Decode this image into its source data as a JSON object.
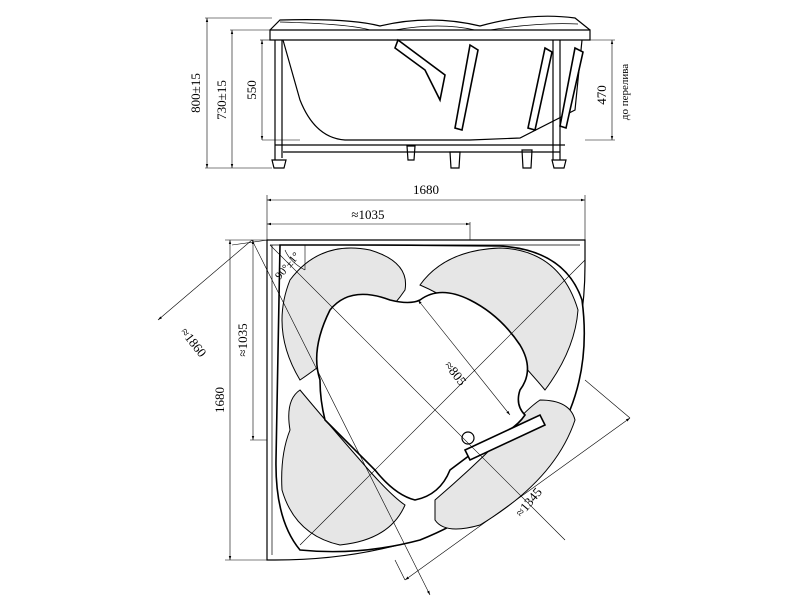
{
  "side_view": {
    "dims": {
      "total_height": "800±15",
      "rim_height": "730±15",
      "body_height": "550",
      "overflow_height": "470",
      "overflow_note": "до перелива"
    }
  },
  "plan_view": {
    "dims": {
      "width": "1680",
      "height": "1680",
      "inner_side_top": "≈1035",
      "inner_side_left": "≈1035",
      "diagonal": "≈1860",
      "depth_diagonal": "≈805",
      "front_diagonal": "≈1345",
      "corner_angle": "90°±1°"
    }
  }
}
